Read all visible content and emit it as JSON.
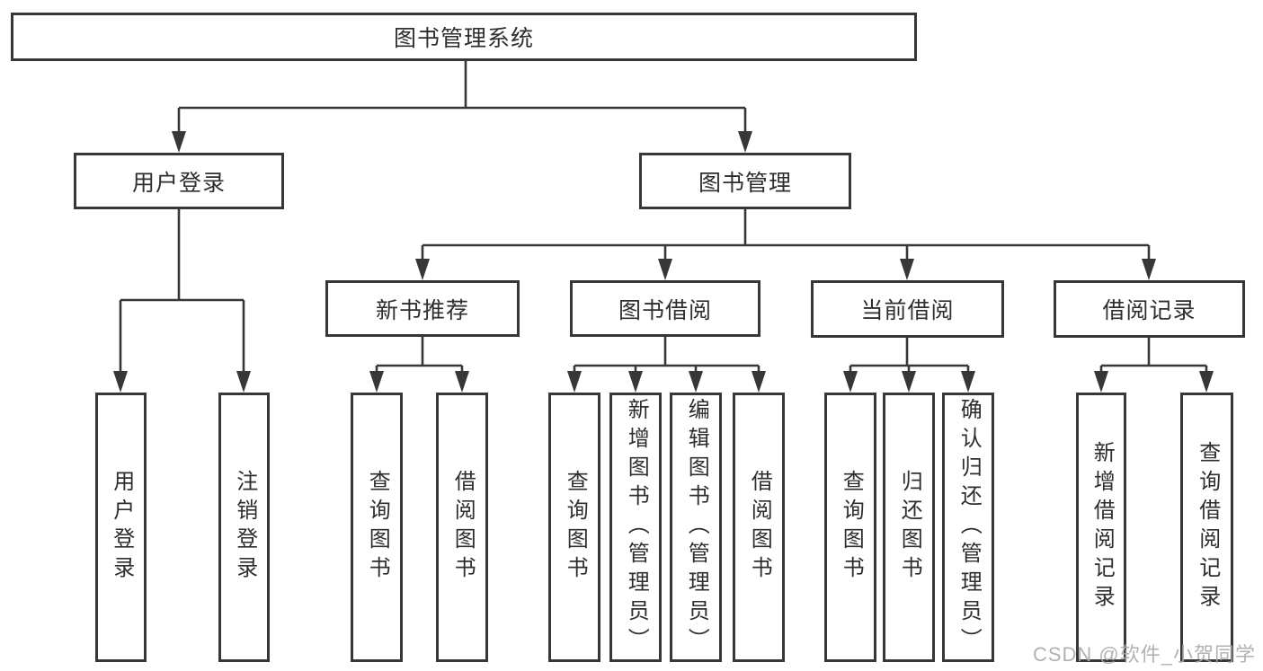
{
  "nodes": {
    "root": "图书管理系统",
    "l2": [
      "用户登录",
      "图书管理"
    ],
    "l3": [
      "新书推荐",
      "图书借阅",
      "当前借阅",
      "借阅记录"
    ],
    "leaves": {
      "user": [
        "用户登录",
        "注销登录"
      ],
      "recommend": [
        "查询图书",
        "借阅图书"
      ],
      "borrow": [
        "查询图书",
        "新增图书（管理员）",
        "编辑图书（管理员）",
        "借阅图书"
      ],
      "current": [
        "查询图书",
        "归还图书",
        "确认归还（管理员）"
      ],
      "records": [
        "新增借阅记录",
        "查询借阅记录"
      ]
    }
  },
  "watermark": "CSDN @软件_小贺同学",
  "colors": {
    "line": "#373737",
    "box_border": "#373737",
    "text": "#2e2e2e",
    "background": "#ffffff",
    "watermark": "#aaaaaa"
  }
}
